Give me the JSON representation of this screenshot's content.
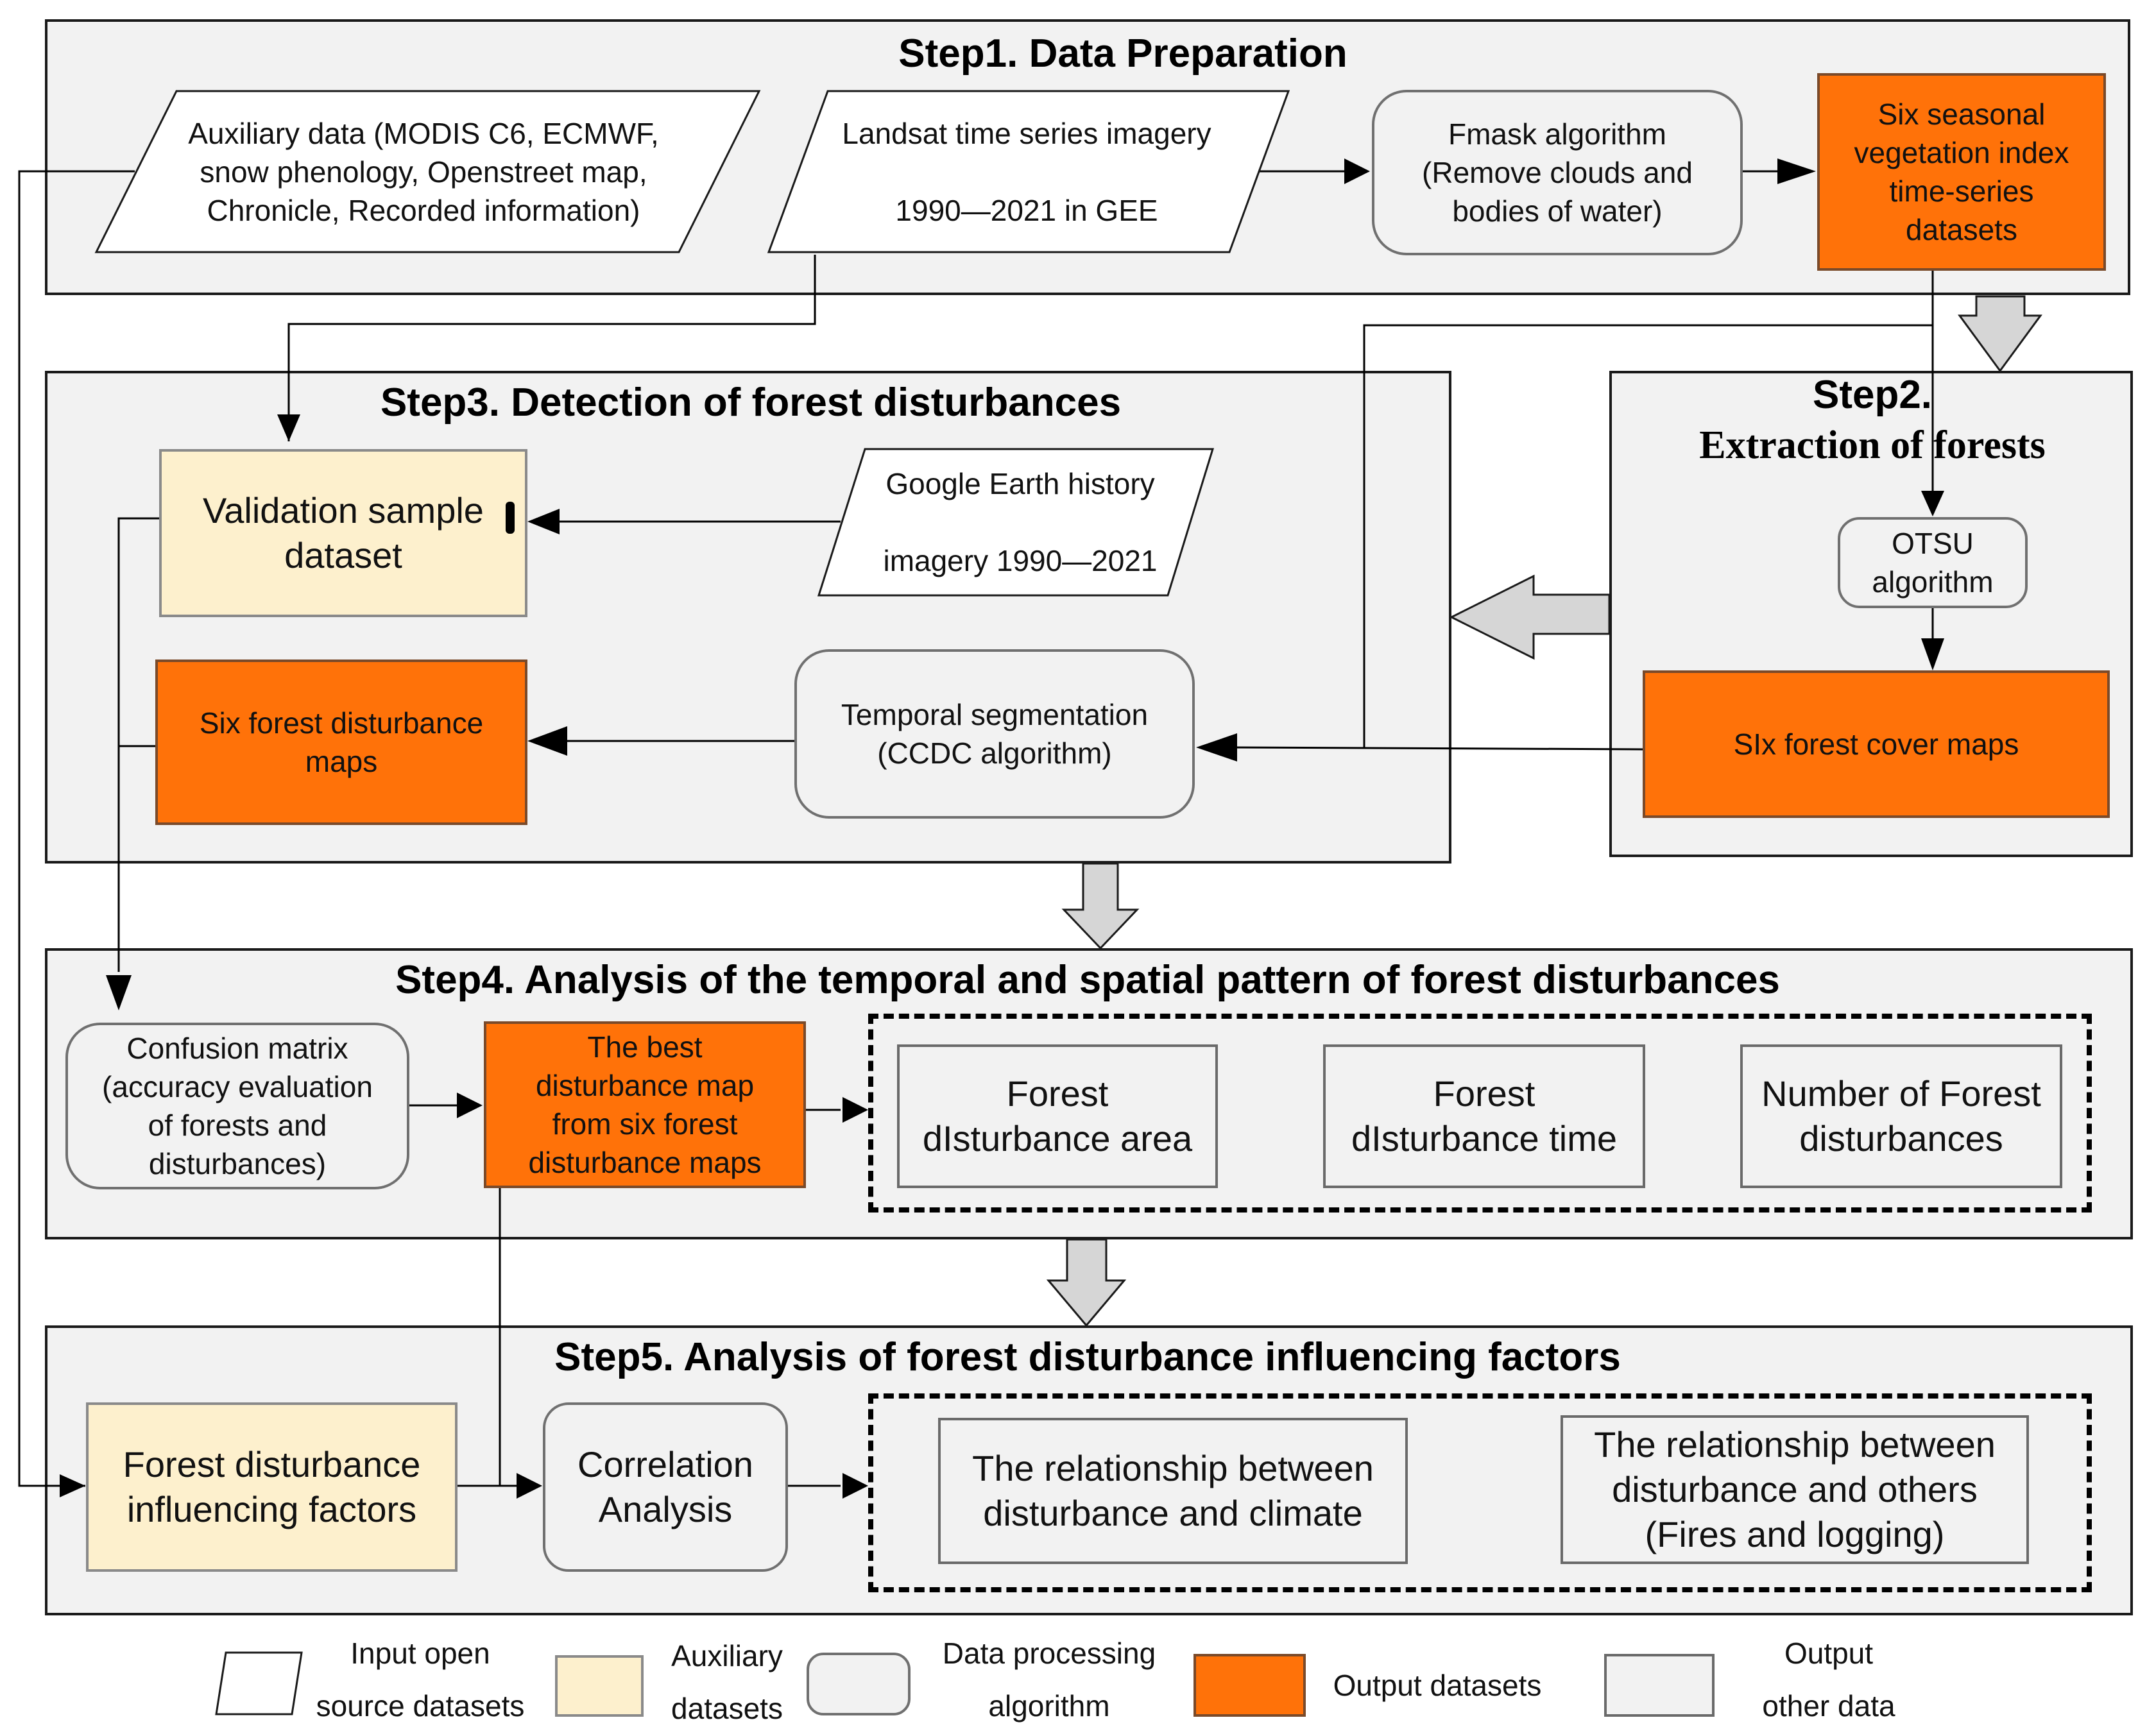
{
  "step1": {
    "title": "Step1. Data Preparation",
    "auxiliary": "Auxiliary data (MODIS C6, ECMWF,\nsnow phenology, Openstreet map,\nChronicle, Recorded information)",
    "landsat": "Landsat time series imagery\n\n1990—2021 in GEE",
    "fmask": "Fmask algorithm\n(Remove clouds and\nbodies of water)",
    "six_seasonal": "Six seasonal\nvegetation index\ntime-series\ndatasets"
  },
  "step2": {
    "title_line1": "Step2.",
    "title_line2": "Extraction of forests",
    "otsu": "OTSU\nalgorithm",
    "forest_cover": "SIx forest cover maps"
  },
  "step3": {
    "title": "Step3. Detection of forest disturbances",
    "validation": "Validation sample\ndataset",
    "google_earth": "Google Earth history\n\nimagery 1990—2021",
    "disturbance_maps": "Six  forest disturbance\nmaps",
    "temporal": "Temporal segmentation\n(CCDC algorithm)"
  },
  "step4": {
    "title": "Step4. Analysis of the temporal and spatial pattern of forest disturbances",
    "confusion": "Confusion matrix\n(accuracy evaluation\nof forests and\ndisturbances)",
    "best_map": "The best\ndisturbance map\nfrom six forest\ndisturbance maps",
    "area": "Forest\ndIsturbance area",
    "time": "Forest\ndIsturbance time",
    "number": "Number of Forest\ndisturbances"
  },
  "step5": {
    "title": "Step5. Analysis of forest disturbance influencing factors",
    "factors": "Forest disturbance\ninfluencing factors",
    "correlation": "Correlation\nAnalysis",
    "climate": "The relationship between\ndisturbance and climate",
    "others": "The relationship between\ndisturbance and others\n(Fires and logging)"
  },
  "legend": {
    "input": "Input open\nsource datasets",
    "auxiliary": "Auxiliary\ndatasets",
    "processing": "Data processing\nalgorithm",
    "output": "Output datasets",
    "other": "Output\nother data"
  },
  "colors": {
    "orange": "#ff7209",
    "yellow": "#fdf0cd",
    "panel": "#f2f2f2"
  }
}
